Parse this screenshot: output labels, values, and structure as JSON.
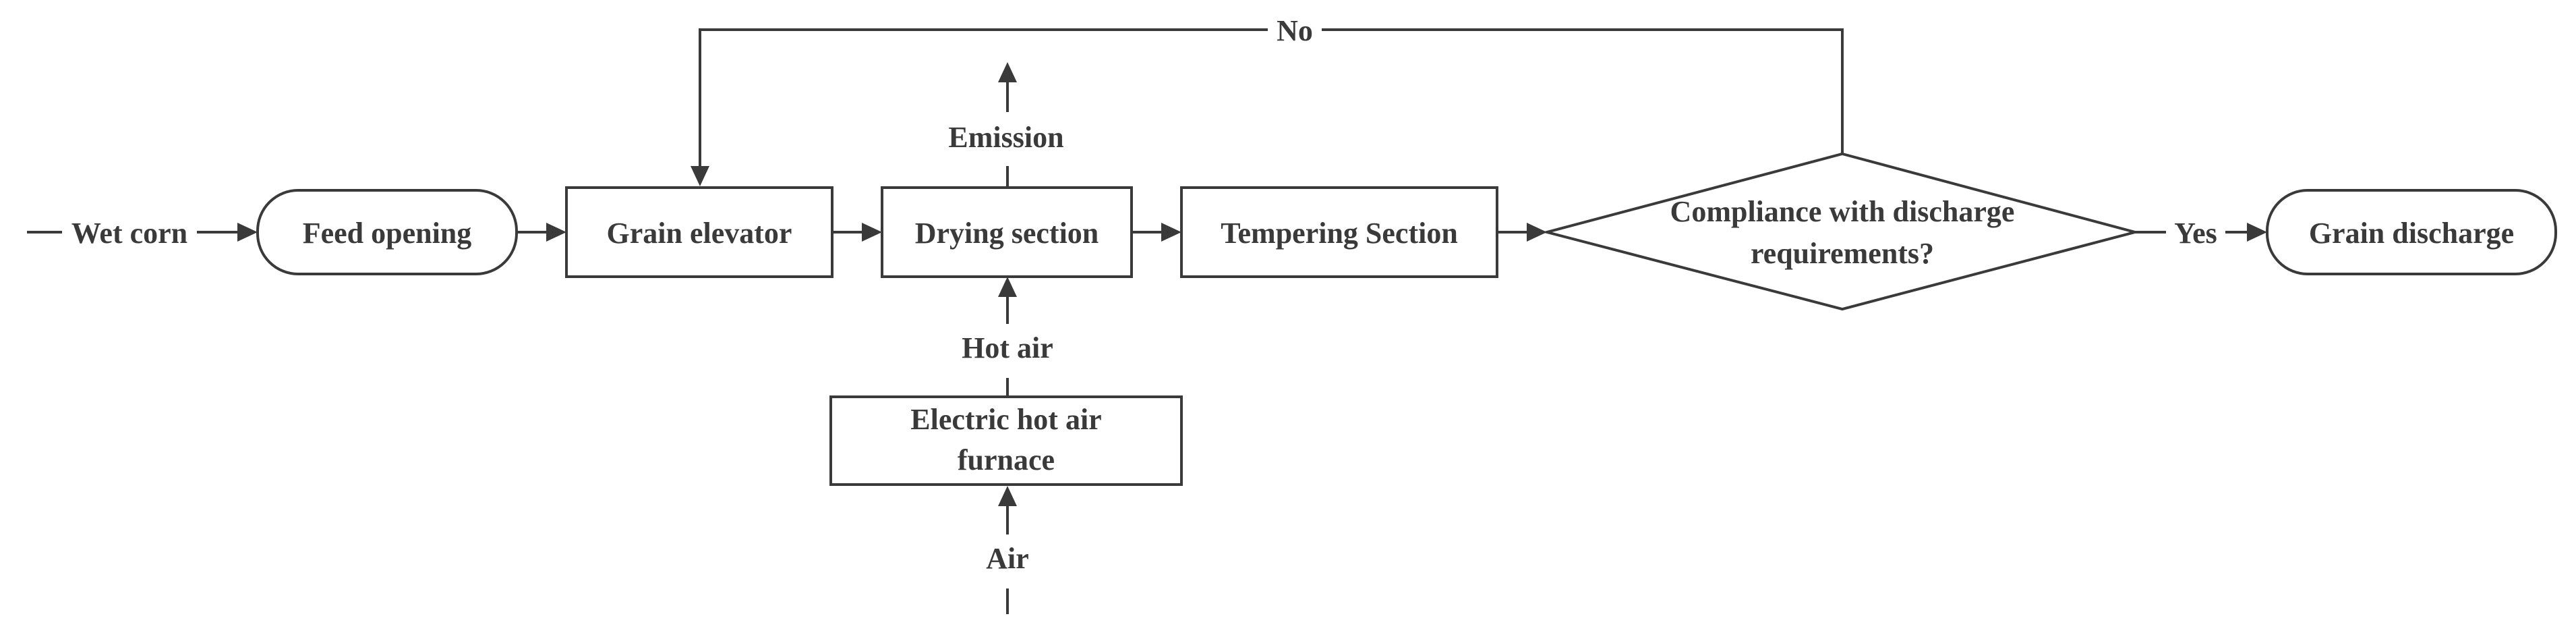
{
  "diagram": {
    "nodes": {
      "feed_opening": "Feed opening",
      "grain_elevator": "Grain elevator",
      "drying_section": "Drying section",
      "tempering_section": "Tempering Section",
      "decision_line1": "Compliance with discharge",
      "decision_line2": "requirements?",
      "grain_discharge": "Grain discharge",
      "furnace_line1": "Electric hot air",
      "furnace_line2": "furnace"
    },
    "edge_labels": {
      "wet_corn": "Wet corn",
      "no": "No",
      "yes": "Yes",
      "emission": "Emission",
      "hot_air": "Hot air",
      "air": "Air"
    },
    "colors": {
      "line": "#3a3a3a",
      "fill": "#ffffff"
    }
  }
}
